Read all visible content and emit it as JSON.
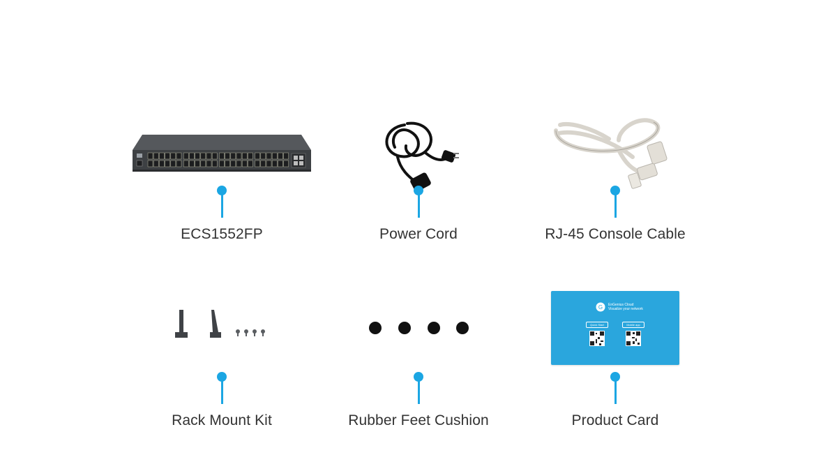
{
  "accent_color": "#1ba6e3",
  "items": [
    {
      "label": "ECS1552FP",
      "icon": "network-switch-image"
    },
    {
      "label": "Power Cord",
      "icon": "power-cord-image"
    },
    {
      "label": "RJ-45 Console Cable",
      "icon": "console-cable-image"
    },
    {
      "label": "Rack Mount Kit",
      "icon": "rack-mount-kit-image"
    },
    {
      "label": "Rubber Feet Cushion",
      "icon": "rubber-feet-image"
    },
    {
      "label": "Product Card",
      "icon": "product-card-image"
    }
  ],
  "product_card": {
    "brand": "EnGenius Cloud",
    "tagline": "Visualize your network",
    "qr_left": "Quick Start",
    "qr_right": "Mobile app"
  }
}
